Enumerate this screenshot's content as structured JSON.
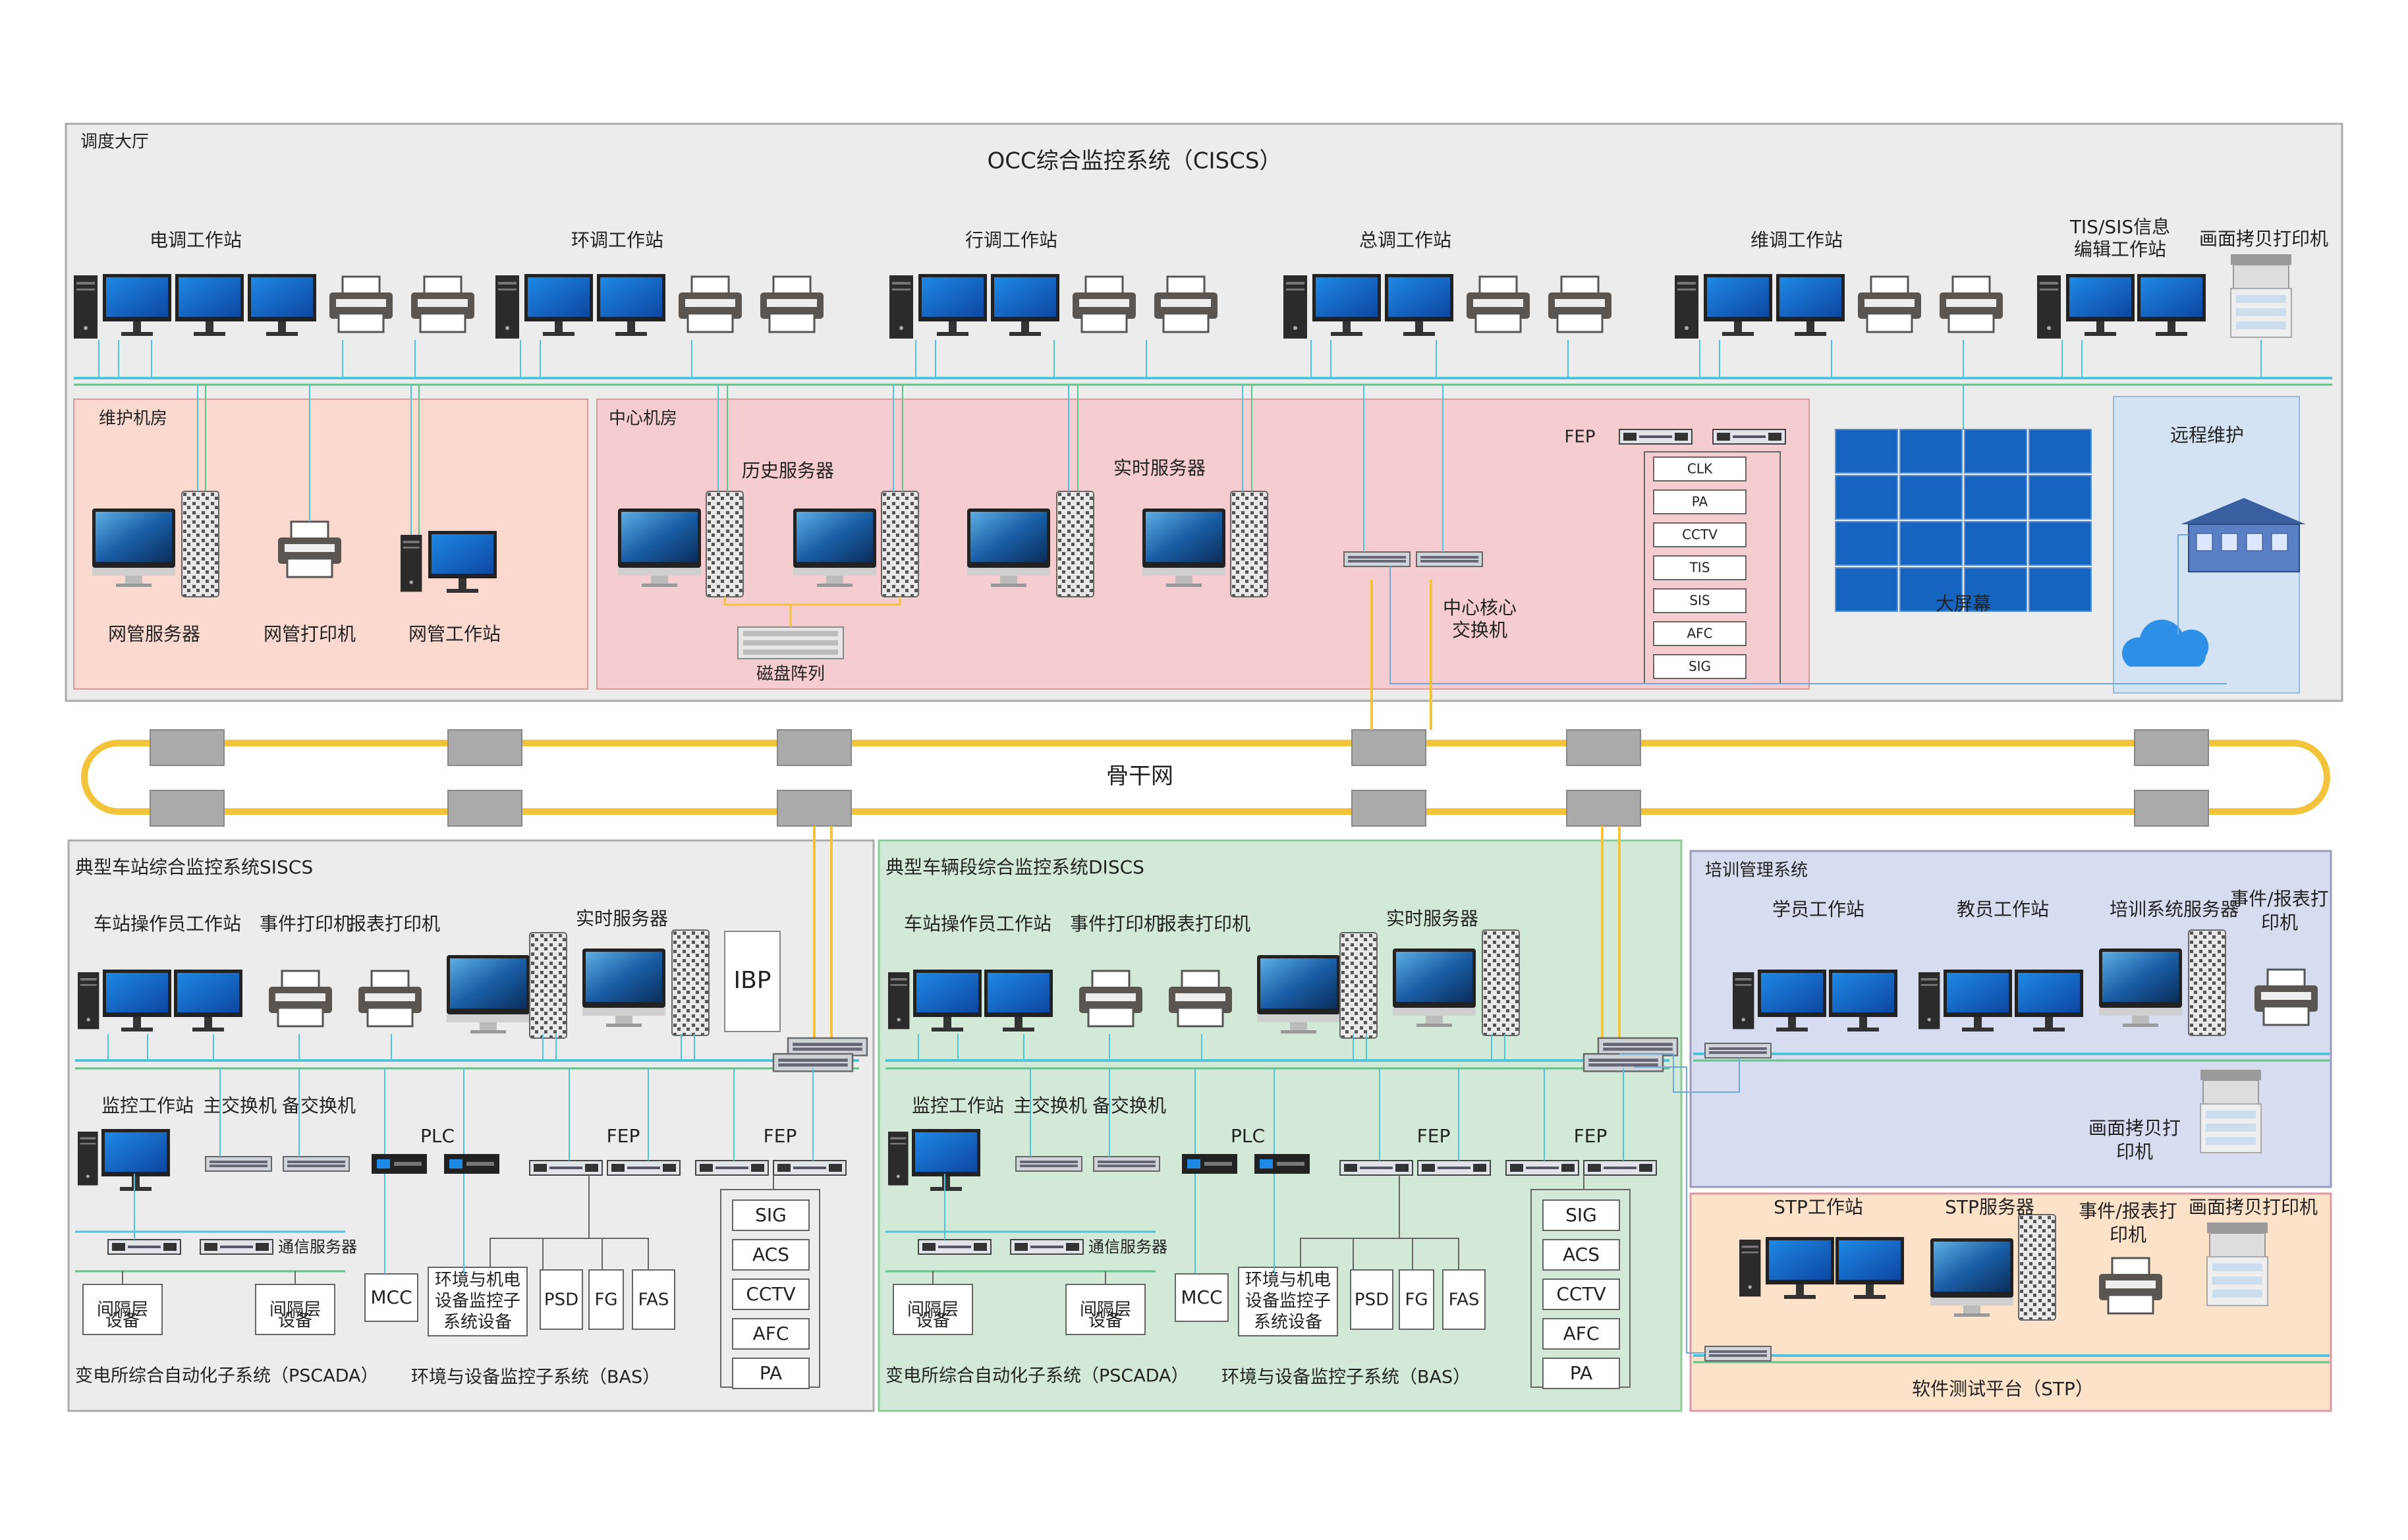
{
  "hall": {
    "label": "调度大厅",
    "title": "OCC综合监控系统（CISCS）",
    "workstations": [
      {
        "label": "电调工作站"
      },
      {
        "label": "环调工作站"
      },
      {
        "label": "行调工作站"
      },
      {
        "label": "总调工作站"
      },
      {
        "label": "维调工作站"
      },
      {
        "label_line1": "TIS/SIS信息",
        "label_line2": "编辑工作站"
      }
    ],
    "copy_printer": "画面拷贝打印机"
  },
  "maint_room": {
    "label": "维护机房",
    "items": [
      "网管服务器",
      "网管打印机",
      "网管工作站"
    ]
  },
  "center_room": {
    "label": "中心机房",
    "history_server": "历史服务器",
    "realtime_server": "实时服务器",
    "disk_array": "磁盘阵列",
    "core_switch_line1": "中心核心",
    "core_switch_line2": "交换机",
    "fep": "FEP",
    "fep_items": [
      "CLK",
      "PA",
      "CCTV",
      "TIS",
      "SIS",
      "AFC",
      "SIG"
    ]
  },
  "big_screen": {
    "label": "大屏幕"
  },
  "remote": {
    "label": "远程维护"
  },
  "backbone": {
    "label": "骨干网"
  },
  "siscs": {
    "title": "典型车站综合监控系统SISCS",
    "operator_ws": "车站操作员工作站",
    "event_printer": "事件打印机",
    "report_printer": "报表打印机",
    "realtime_server": "实时服务器",
    "ibp": "IBP",
    "monitor_ws": "监控工作站",
    "main_switch": "主交换机",
    "backup_switch": "备交换机",
    "plc": "PLC",
    "fep": "FEP",
    "comm_server": "通信服务器",
    "bay_line1": "间隔层",
    "bay_line2": "设备",
    "mcc": "MCC",
    "env_line1": "环境与机电",
    "env_line2": "设备监控子",
    "env_line3": "系统设备",
    "psd": "PSD",
    "fg": "FG",
    "fas": "FAS",
    "sub_items": [
      "SIG",
      "ACS",
      "CCTV",
      "AFC",
      "PA"
    ],
    "pscada": "变电所综合自动化子系统（PSCADA）",
    "bas": "环境与设备监控子系统（BAS）"
  },
  "discs": {
    "title": "典型车辆段综合监控系统DISCS",
    "operator_ws": "车站操作员工作站",
    "event_printer": "事件打印机",
    "report_printer": "报表打印机",
    "realtime_server": "实时服务器",
    "monitor_ws": "监控工作站",
    "main_switch": "主交换机",
    "backup_switch": "备交换机",
    "plc": "PLC",
    "fep": "FEP",
    "comm_server": "通信服务器",
    "bay_line1": "间隔层",
    "bay_line2": "设备",
    "mcc": "MCC",
    "env_line1": "环境与机电",
    "env_line2": "设备监控子",
    "env_line3": "系统设备",
    "psd": "PSD",
    "fg": "FG",
    "fas": "FAS",
    "sub_items": [
      "SIG",
      "ACS",
      "CCTV",
      "AFC",
      "PA"
    ],
    "pscada": "变电所综合自动化子系统（PSCADA）",
    "bas": "环境与设备监控子系统（BAS）"
  },
  "training": {
    "title": "培训管理系统",
    "student_ws": "学员工作站",
    "teacher_ws": "教员工作站",
    "server": "培训系统服务器",
    "printer_line1": "事件/报表打",
    "printer_line2": "印机",
    "copy_line1": "画面拷贝打",
    "copy_line2": "印机"
  },
  "stp": {
    "ws": "STP工作站",
    "server": "STP服务器",
    "printer_line1": "事件/报表打",
    "printer_line2": "印机",
    "copy_printer": "画面拷贝打印机",
    "title": "软件测试平台（STP）"
  },
  "colors": {
    "hall_bg": "#ececec",
    "maint_bg": "#fbd9cf",
    "center_bg": "#f5cdd0",
    "remote_bg": "#d3e3f4",
    "discs_bg": "#d3e9d8",
    "training_bg": "#d8dcf0",
    "stp_bg": "#fbe2c8",
    "backbone": "#f3c33b",
    "lan": "#4fc3d9",
    "lan_green": "#5fc48a",
    "screen": "#1565c0"
  }
}
